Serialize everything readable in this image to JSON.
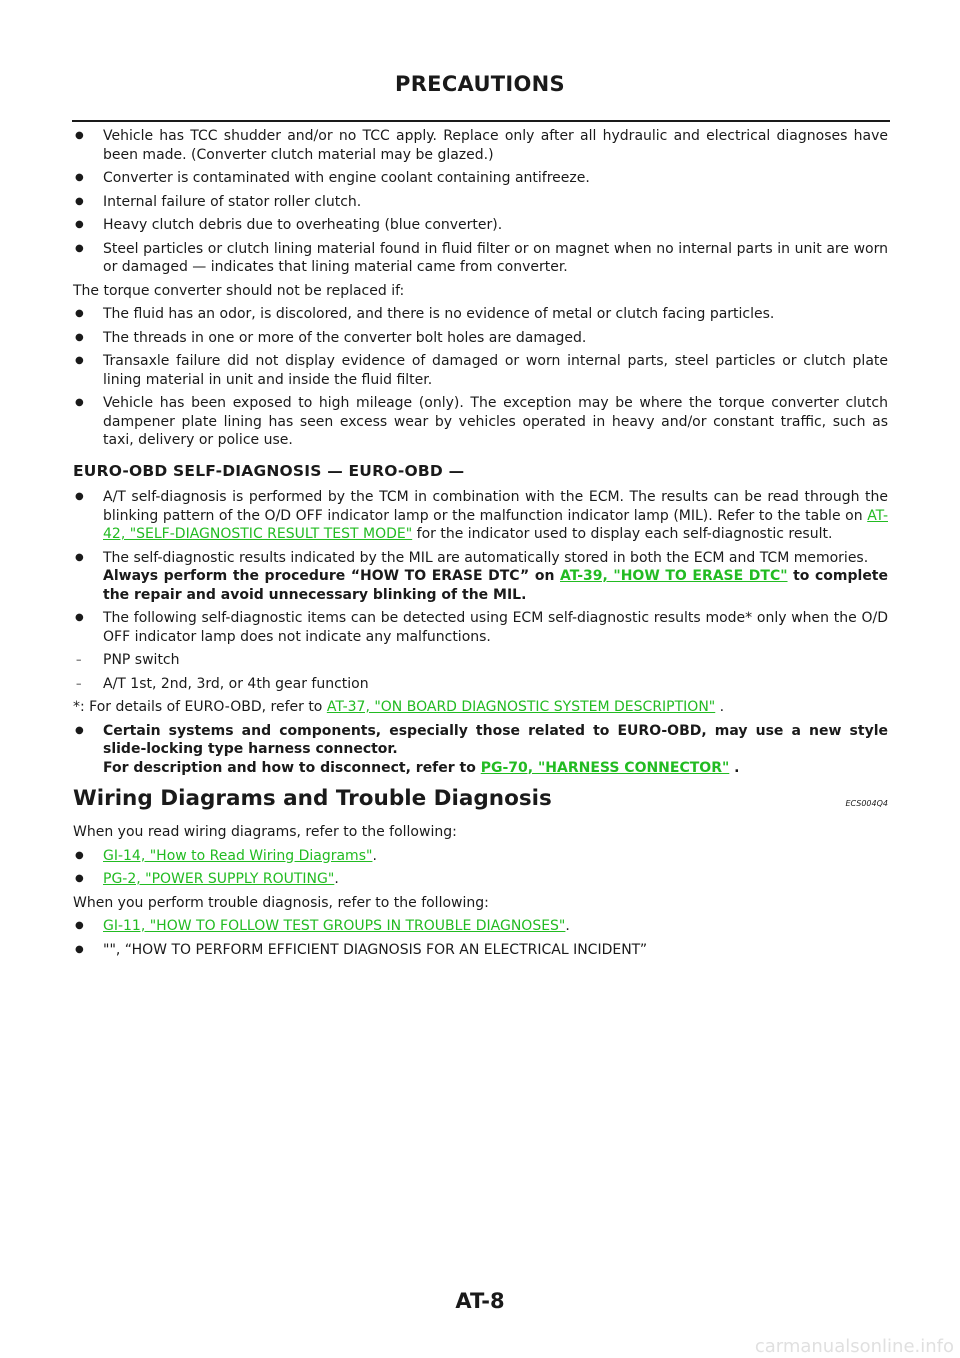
{
  "header": {
    "title": "PRECAUTIONS"
  },
  "list1": [
    "Vehicle has TCC shudder and/or no TCC apply. Replace only after all hydraulic and electrical diagnoses have been made. (Converter clutch material may be glazed.)",
    "Converter is contaminated with engine coolant containing antifreeze.",
    "Internal failure of stator roller clutch.",
    "Heavy clutch debris due to overheating (blue converter).",
    "Steel particles or clutch lining material found in fluid filter or on magnet when no internal parts in unit are worn or damaged — indicates that lining material came from converter."
  ],
  "para_not_replaced": "The torque converter should not be replaced if:",
  "list2": [
    "The fluid has an odor, is discolored, and there is no evidence of metal or clutch facing particles.",
    "The threads in one or more of the converter bolt holes are damaged.",
    "Transaxle failure did not display evidence of damaged or worn internal parts, steel particles or clutch plate lining material in unit and inside the fluid filter.",
    "Vehicle has been exposed to high mileage (only). The exception may be where the torque converter clutch dampener plate lining has seen excess wear by vehicles operated in heavy and/or constant traffic, such as taxi, delivery or police use."
  ],
  "euro": {
    "heading": "EURO-OBD SELF-DIAGNOSIS — EURO-OBD —",
    "item1_text": "A/T self-diagnosis is performed by the TCM in combination with the ECM. The results can be read through the blinking pattern of the O/D OFF indicator lamp or the malfunction indicator lamp (MIL). Refer to the table on ",
    "item1_link": "AT-42, \"SELF-DIAGNOSTIC RESULT TEST MODE\"",
    "item1_after": "  for the indicator used to display each self-diagnostic result.",
    "item2_text": "The self-diagnostic results indicated by the MIL are automatically stored in both the ECM and TCM memories.",
    "item2_bold": "Always perform the procedure “HOW TO ERASE DTC” on ",
    "item2_link": "AT-39, \"HOW TO ERASE DTC\"",
    "item2_bold_after": "  to complete the repair and avoid unnecessary blinking of the MIL.",
    "item3_text": "The following self-diagnostic items can be detected using ECM self-diagnostic results mode* only when the O/D OFF indicator lamp does not indicate any malfunctions.",
    "dash1": "PNP switch",
    "dash2": "A/T 1st, 2nd, 3rd, or 4th gear function",
    "note_text": "*: For details of EURO-OBD, refer to ",
    "note_link": "AT-37, \"ON BOARD DIAGNOSTIC SYSTEM DESCRIPTION\"",
    "note_after": " .",
    "item4_bold1": "Certain systems and components, especially those related to EURO-OBD, may use a new style slide-locking type harness connector.",
    "item4_bold2": "For description and how to disconnect, refer to ",
    "item4_link": "PG-70, \"HARNESS CONNECTOR\"",
    "item4_after": " ."
  },
  "wiring": {
    "heading": "Wiring Diagrams and Trouble Diagnosis",
    "code": "ECS004Q4",
    "para1": "When you read wiring diagrams, refer to the following:",
    "link1": "GI-14, \"How to Read Wiring Diagrams\"",
    "link2": "PG-2, \"POWER SUPPLY ROUTING\"",
    "para2": "When you perform trouble diagnosis, refer to the following:",
    "link3": "GI-11, \"HOW TO FOLLOW TEST GROUPS IN TROUBLE DIAGNOSES\"",
    "item_last": "\"\", “HOW TO PERFORM EFFICIENT DIAGNOSIS FOR AN ELECTRICAL INCIDENT”",
    "period": "."
  },
  "footer": {
    "page_number": "AT-8"
  },
  "watermark": "carmanualsonline.info",
  "icons": {
    "bullet": "●",
    "dash": "–"
  }
}
